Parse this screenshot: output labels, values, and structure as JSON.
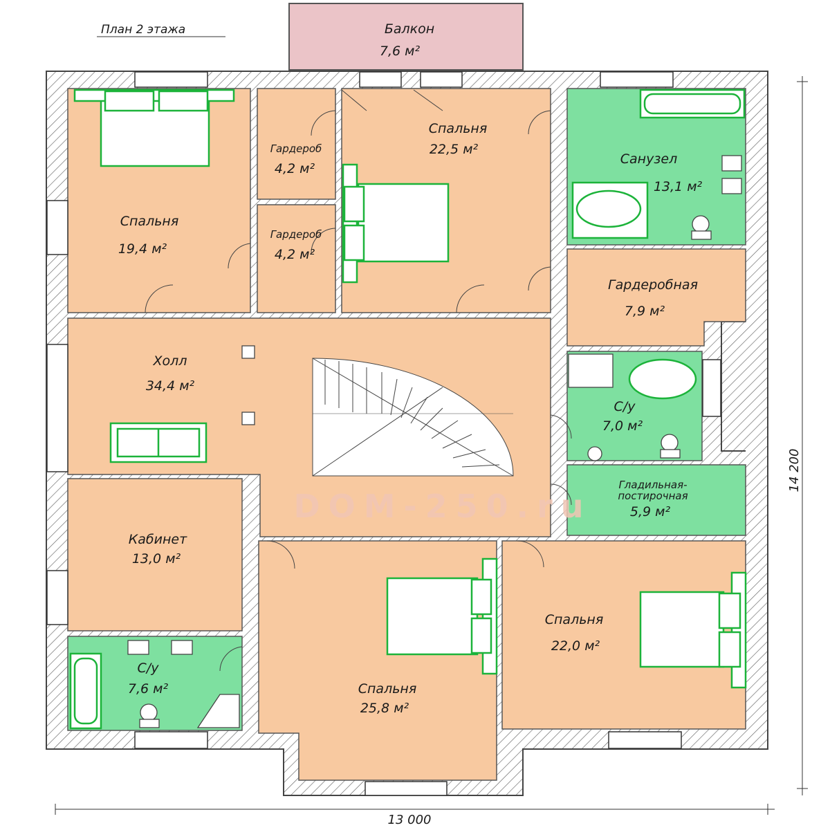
{
  "plan_title": "План 2 этажа",
  "watermark": "DOM-250.ru",
  "dimensions": {
    "width": "13 000",
    "height": "14 200"
  },
  "area_unit": "м²",
  "colors": {
    "room_fill": "#f8c9a0",
    "wet_fill": "#7ee0a0",
    "balcony_fill": "#ebc4c8",
    "wall_hatch": "#555555",
    "furniture_stroke": "#1cb33a"
  },
  "rooms": [
    {
      "name": "Балкон",
      "area": "7,6"
    },
    {
      "name": "Спальня",
      "area": "19,4"
    },
    {
      "name": "Гардероб",
      "area": "4,2"
    },
    {
      "name": "Гардероб",
      "area": "4,2"
    },
    {
      "name": "Спальня",
      "area": "22,5"
    },
    {
      "name": "Санузел",
      "area": "13,1"
    },
    {
      "name": "Гардеробная",
      "area": "7,9"
    },
    {
      "name": "Холл",
      "area": "34,4"
    },
    {
      "name": "С/у",
      "area": "7,0"
    },
    {
      "name": "Гладильная-",
      "name2": "постирочная",
      "area": "5,9"
    },
    {
      "name": "Кабинет",
      "area": "13,0"
    },
    {
      "name": "С/у",
      "area": "7,6"
    },
    {
      "name": "Спальня",
      "area": "25,8"
    },
    {
      "name": "Спальня",
      "area": "22,0"
    }
  ]
}
